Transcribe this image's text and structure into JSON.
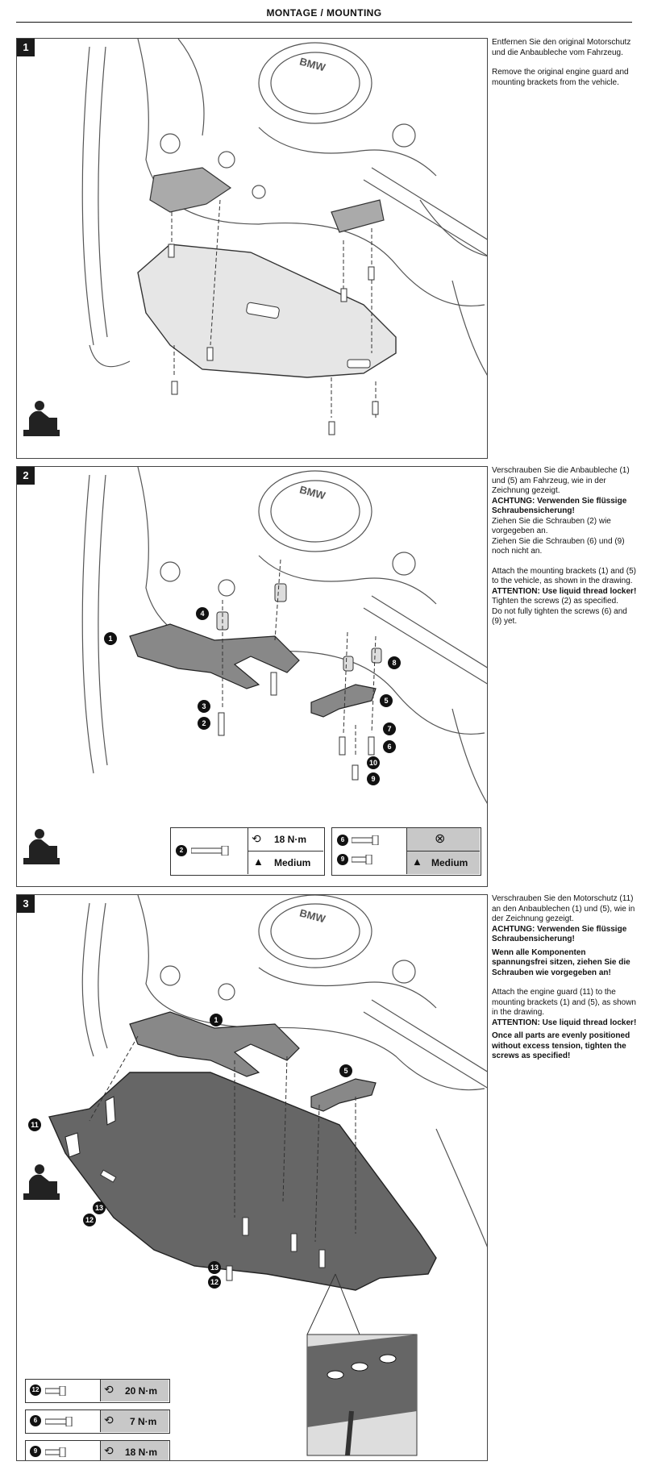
{
  "header": {
    "title": "MONTAGE / MOUNTING"
  },
  "steps": [
    {
      "number": "1",
      "de": "Entfernen Sie den original Motorschutz und die Anbaubleche vom Fahrzeug.",
      "en": "Remove the original engine guard and mounting brackets from the vehicle."
    },
    {
      "number": "2",
      "de_line1": "Verschrauben Sie die Anbaubleche (1) und (5) am Fahrzeug, wie in der Zeichnung gezeigt.",
      "de_warn": "ACHTUNG: Verwenden Sie flüssige Schraubensicherung!",
      "de_line2": "Ziehen Sie die Schrauben (2) wie vorgegeben an.",
      "de_line3": "Ziehen Sie die Schrauben (6) und (9) noch nicht an.",
      "en_line1": "Attach the mounting brackets (1) and (5) to the vehicle, as shown in the drawing.",
      "en_warn": "ATTENTION: Use liquid thread locker!",
      "en_line2": "Tighten the screws (2) as specified.",
      "en_line3": "Do not fully tighten the screws (6) and (9) yet.",
      "torque_left": {
        "part": "2",
        "torque": "18 N·m",
        "locker": "Medium"
      },
      "torque_right": {
        "part_a": "6",
        "part_b": "9",
        "locker": "Medium"
      },
      "callouts": [
        "1",
        "2",
        "3",
        "4",
        "5",
        "6",
        "7",
        "8",
        "9",
        "10"
      ]
    },
    {
      "number": "3",
      "de_line1": "Verschrauben Sie den Motorschutz (11) an den Anbaublechen (1) und (5), wie in der Zeichnung gezeigt.",
      "de_warn": "ACHTUNG: Verwenden Sie flüssige Schraubensicherung!",
      "de_bold": "Wenn alle Komponenten spannungsfrei sitzen, ziehen Sie die Schrauben wie vorgegeben an!",
      "en_line1": "Attach the engine guard (11) to the mounting brackets (1) and (5), as shown in the drawing.",
      "en_warn": "ATTENTION: Use liquid thread locker!",
      "en_bold": "Once all parts are evenly positioned without excess tension, tighten the screws as specified!",
      "torques": [
        {
          "part": "12",
          "torque": "20 N·m"
        },
        {
          "part": "6",
          "torque": "7 N·m"
        },
        {
          "part": "9",
          "torque": "18 N·m"
        }
      ],
      "callouts": [
        "1",
        "5",
        "11",
        "12",
        "13"
      ]
    }
  ],
  "brand_engine": "BMW"
}
